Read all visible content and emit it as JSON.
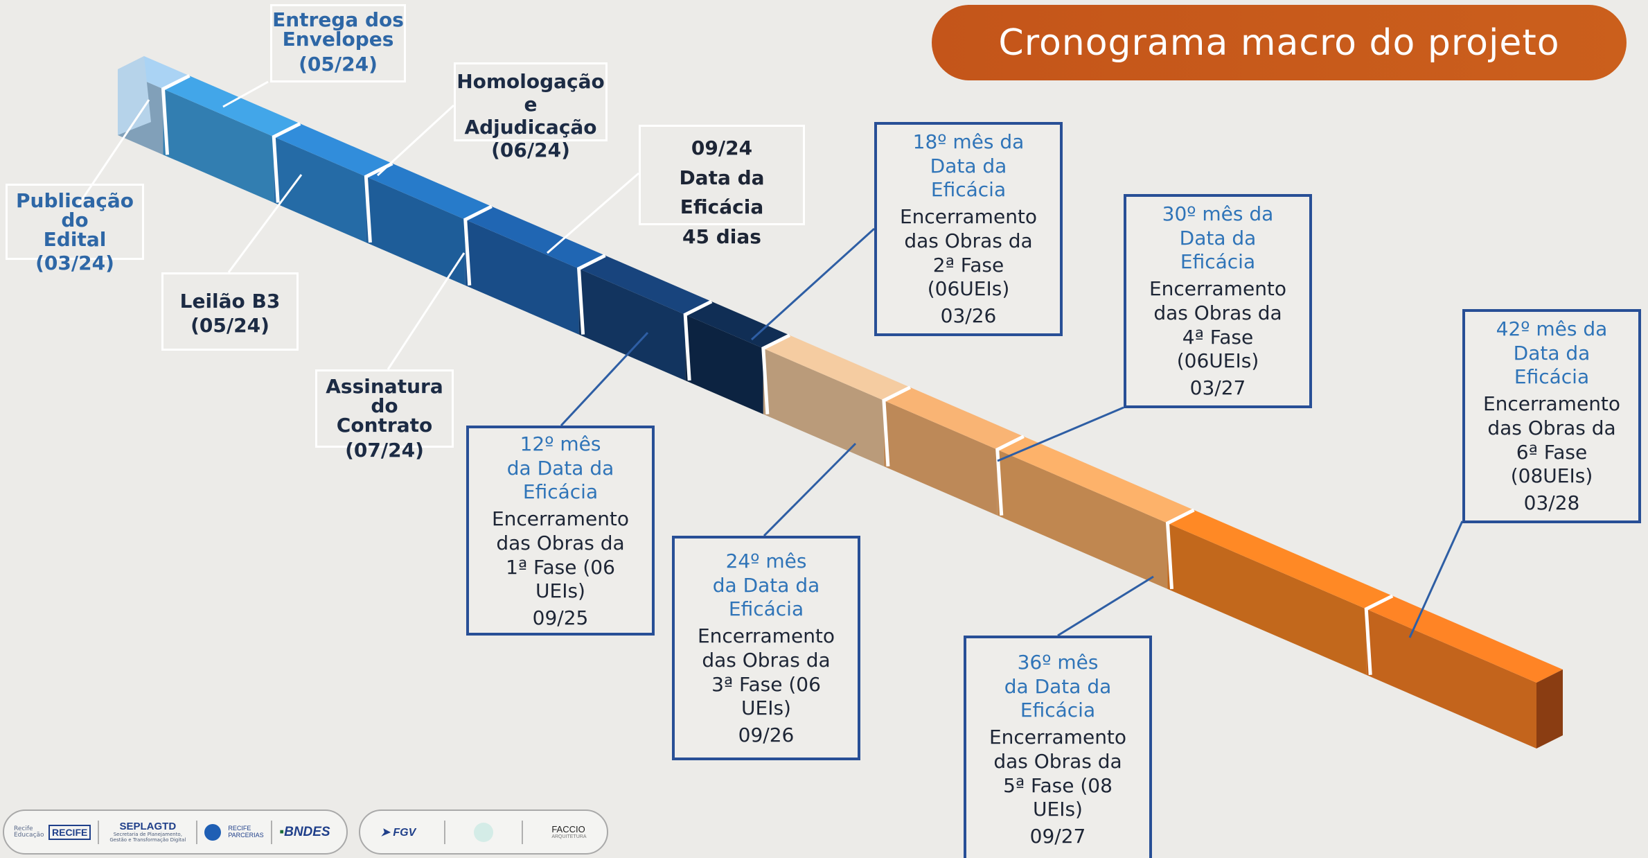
{
  "title": "Cronograma macro do projeto",
  "milestones": {
    "publicacao": [
      "Publicação do",
      "Edital",
      "(03/24)"
    ],
    "entrega": [
      "Entrega dos",
      "Envelopes",
      "(05/24)"
    ],
    "leilao": [
      "Leilão B3",
      "(05/24)"
    ],
    "homologacao": [
      "Homologação e",
      "Adjudicação",
      "(06/24)"
    ],
    "assinatura": [
      "Assinatura do",
      "Contrato",
      "(07/24)"
    ],
    "eficacia": [
      "09/24",
      "Data da Eficácia",
      "45 dias"
    ]
  },
  "phases": [
    {
      "head": [
        "12º mês",
        "da Data da",
        "Eficácia"
      ],
      "body": [
        "Encerramento",
        "das Obras da",
        "1ª Fase (06",
        "UEIs)",
        "09/25"
      ]
    },
    {
      "head": [
        "18º mês da",
        "Data da",
        "Eficácia"
      ],
      "body": [
        "Encerramento",
        "das Obras da",
        "2ª Fase",
        "(06UEIs)",
        "03/26"
      ]
    },
    {
      "head": [
        "24º mês",
        "da Data da",
        "Eficácia"
      ],
      "body": [
        "Encerramento",
        "das Obras da",
        "3ª Fase (06",
        "UEIs)",
        "09/26"
      ]
    },
    {
      "head": [
        "30º mês da",
        "Data da",
        "Eficácia"
      ],
      "body": [
        "Encerramento",
        "das Obras da",
        "4ª Fase",
        "(06UEIs)",
        "03/27"
      ]
    },
    {
      "head": [
        "36º mês",
        "da Data da",
        "Eficácia"
      ],
      "body": [
        "Encerramento",
        "das Obras da",
        "5ª Fase (08",
        "UEIs)",
        "09/27"
      ]
    },
    {
      "head": [
        "42º mês da",
        "Data da",
        "Eficácia"
      ],
      "body": [
        "Encerramento",
        "das Obras da",
        "6ª Fase",
        "(08UEIs)",
        "03/28"
      ]
    }
  ],
  "logos": {
    "recife_edu": "RECIFE",
    "seplagtd": "SEPLAGTD",
    "seplagtd_sub": "Secretaria de Planejamento, Gestão e Transformação Digital",
    "recife_parcerias": "RECIFE PARCERIAS",
    "bndes": "BNDES",
    "fgv": "FGV",
    "faccio": "FACCIO",
    "faccio_sub": "ARQUITETURA"
  },
  "colors": {
    "segments": [
      "#9dc3e2",
      "#3d9ad8",
      "#2d83cb",
      "#2472bb",
      "#1e5ea6",
      "#163f74",
      "#0f2b4f",
      "#e3bd95",
      "#e7a76b",
      "#eaa562",
      "#ed7f22",
      "#ee7a22"
    ],
    "connector_blue": "#2e5ea4",
    "title_bg": "#c4551a"
  }
}
